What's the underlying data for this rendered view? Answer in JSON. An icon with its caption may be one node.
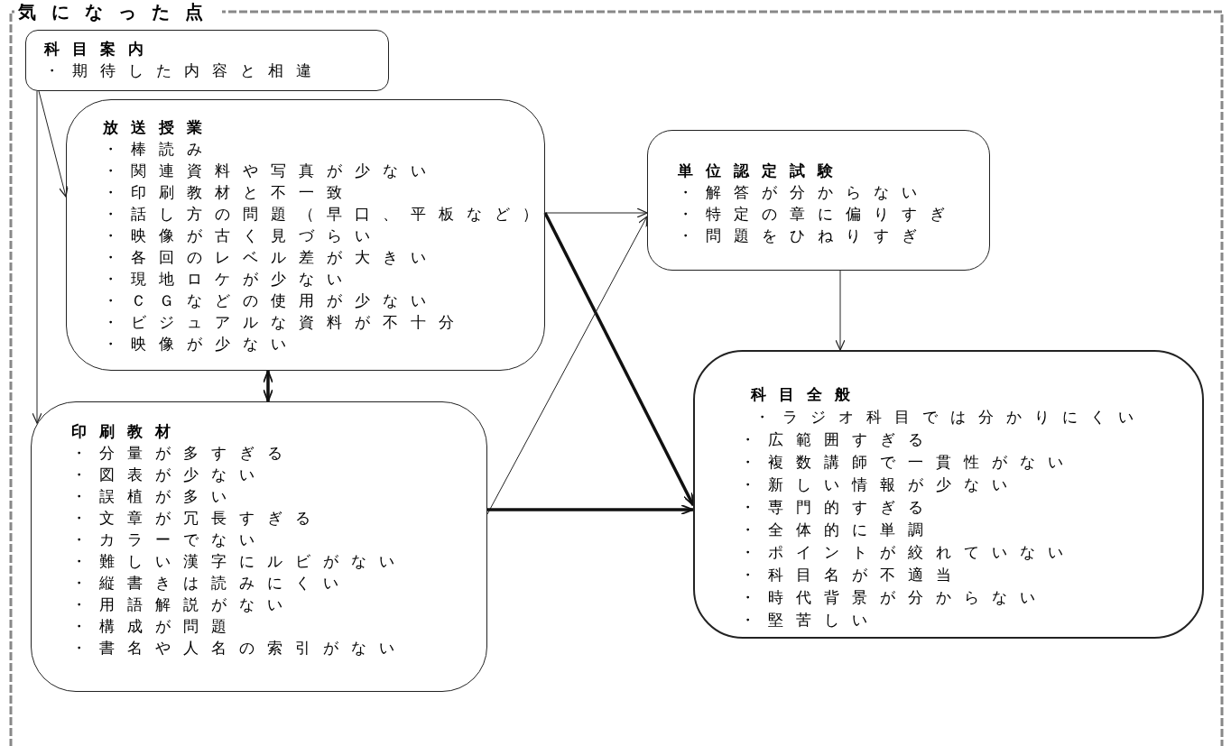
{
  "diagram": {
    "title": "気になった点",
    "nodes": [
      {
        "text": [
          "科目案内",
          "・期待した内容と相違"
        ]
      },
      {
        "text": [
          "放送授業",
          "・棒読み",
          "・関連資料や写真が少ない",
          "・印刷教材と不一致",
          "・話し方の問題（早口、平板など）",
          "・映像が古く見づらい",
          "・各回のレベル差が大きい",
          "・現地ロケが少ない",
          "・ＣＧなどの使用が少ない",
          "・ビジュアルな資料が不十分",
          "・映像が少ない"
        ]
      },
      {
        "text": [
          "単位認定試験",
          "・解答が分からない",
          "・特定の章に偏りすぎ",
          "・問題をひねりすぎ"
        ]
      },
      {
        "text": [
          "印刷教材",
          "・分量が多すぎる",
          "・図表が少ない",
          "・誤植が多い",
          "・文章が冗長すぎる",
          "・カラーでない",
          "・難しい漢字にルビがない",
          "・縦書きは読みにくい",
          "・用語解説がない",
          "・構成が問題",
          "・書名や人名の索引がない"
        ]
      },
      {
        "text": [
          "科目全般",
          "・ラジオ科目では分かりにくい",
          "・広範囲すぎる",
          "・複数講師で一貫性がない",
          "・新しい情報が少ない",
          "・専門的すぎる",
          "・全体的に単調",
          "・ポイントが絞れていない",
          "・科目名が不適当",
          "・時代背景が分からない",
          "・堅苦しい"
        ]
      }
    ],
    "edges": [
      {
        "from": 0,
        "to": 1,
        "arrow": "to"
      },
      {
        "from": 0,
        "to": 3,
        "arrow": "to"
      },
      {
        "from": 1,
        "to": 3,
        "arrow": "both",
        "style": "thick"
      },
      {
        "from": 1,
        "to": 2,
        "arrow": "to"
      },
      {
        "from": 1,
        "to": 4,
        "arrow": "to",
        "style": "thick"
      },
      {
        "from": 3,
        "to": 2,
        "arrow": "to"
      },
      {
        "from": 3,
        "to": 4,
        "arrow": "to",
        "style": "thick"
      },
      {
        "from": 2,
        "to": 4,
        "arrow": "to"
      }
    ]
  }
}
